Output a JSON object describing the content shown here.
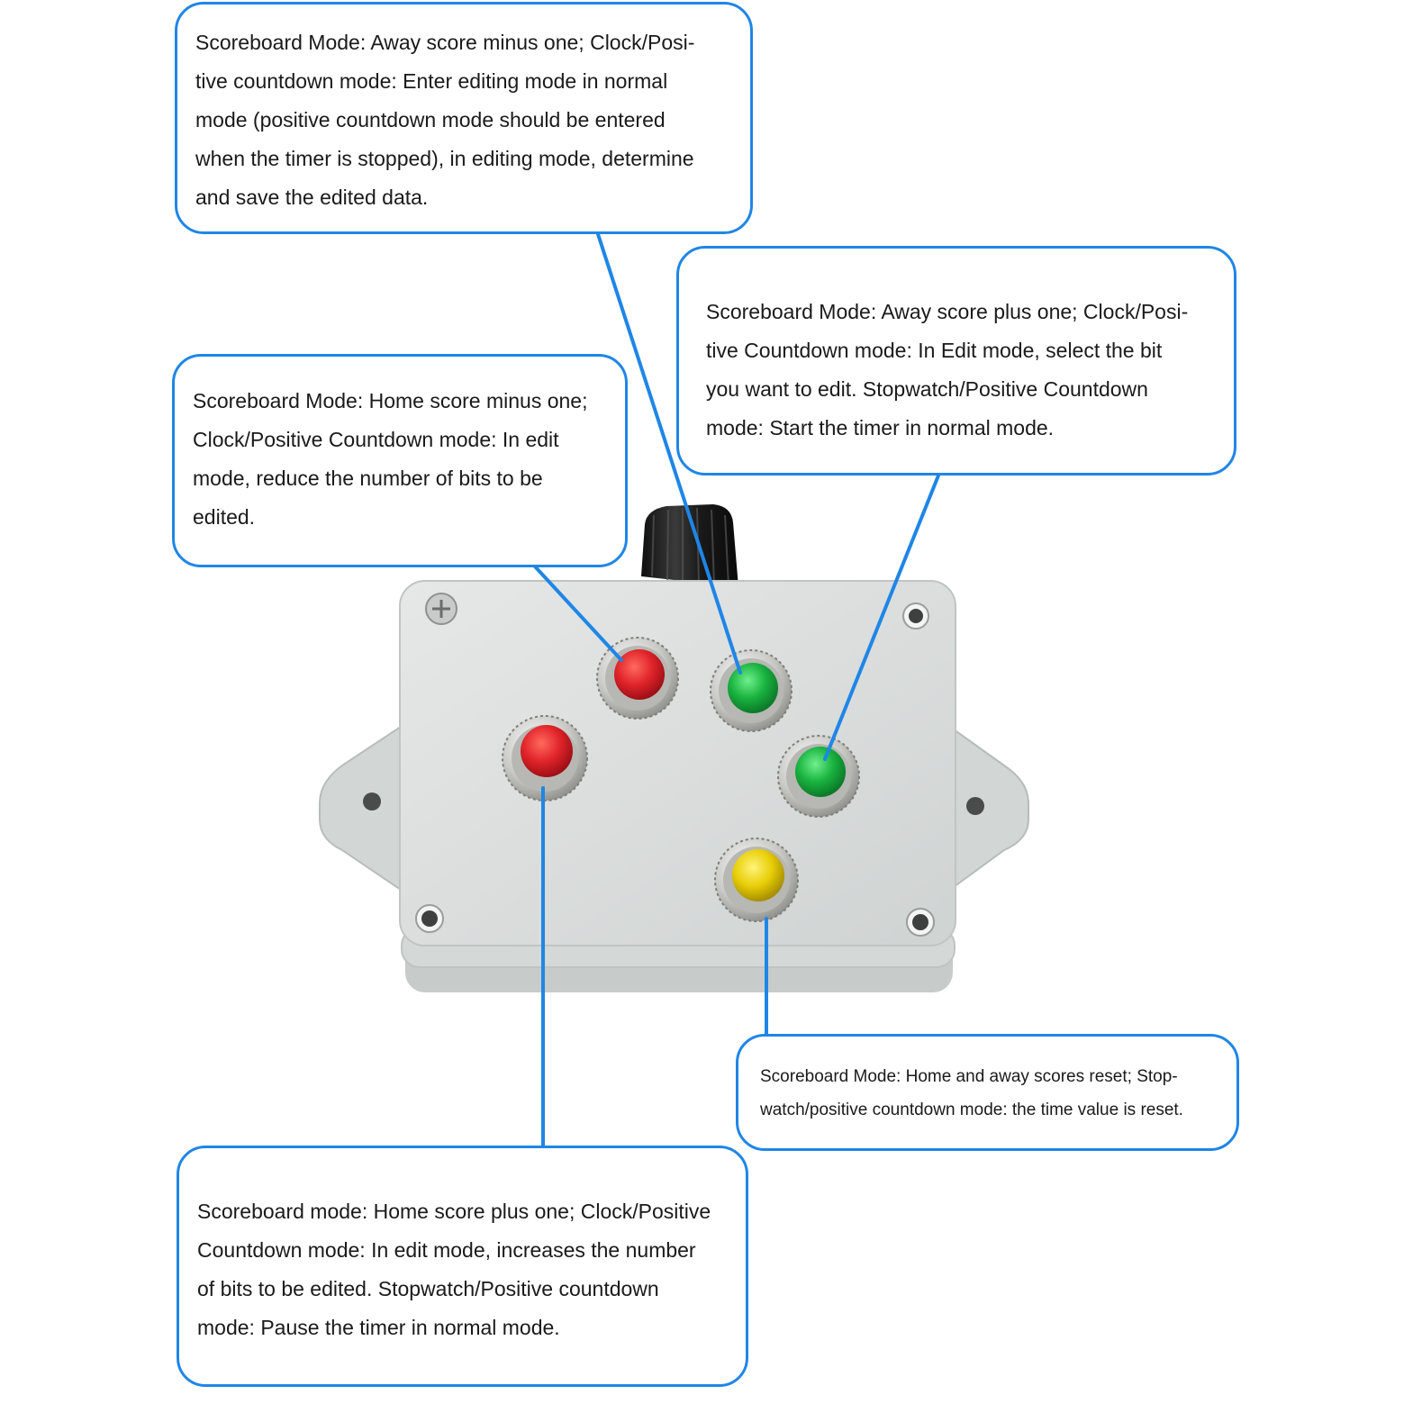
{
  "callouts": {
    "away_minus": "Scoreboard Mode: Away score minus one; Clock/Posi-\ntive countdown mode: Enter editing mode in normal\nmode (positive countdown mode should be entered\nwhen the timer is stopped), in editing mode, determine\nand save the edited data.",
    "away_plus": "Scoreboard Mode: Away score plus one; Clock/Posi-\ntive Countdown mode: In Edit mode, select the bit\nyou want to edit. Stopwatch/Positive Countdown\nmode: Start the timer in normal mode.",
    "home_minus": "Scoreboard Mode: Home score minus one;\nClock/Positive Countdown mode: In edit\nmode, reduce the number of bits to be\nedited.",
    "reset": "Scoreboard Mode: Home and away scores reset; Stop-\nwatch/positive countdown mode: the time value is reset.",
    "home_plus": "Scoreboard mode: Home score plus one; Clock/Positive\nCountdown mode: In edit mode, increases the number\nof bits to be edited. Stopwatch/Positive countdown\nmode: Pause the timer in normal mode."
  },
  "colors": {
    "callout_border": "#1f86e6",
    "connector": "#1f86e6",
    "enclosure": "#d9dcdb",
    "button_red": "#e0242a",
    "button_green": "#19b23f",
    "button_yellow": "#e8cf08",
    "cable_gland": "#1c1c1c"
  },
  "device": {
    "buttons": [
      {
        "name": "red-button-top",
        "color": "red"
      },
      {
        "name": "green-button-top",
        "color": "green"
      },
      {
        "name": "red-button-left",
        "color": "red"
      },
      {
        "name": "green-button-right",
        "color": "green"
      },
      {
        "name": "yellow-button",
        "color": "yellow"
      }
    ]
  }
}
